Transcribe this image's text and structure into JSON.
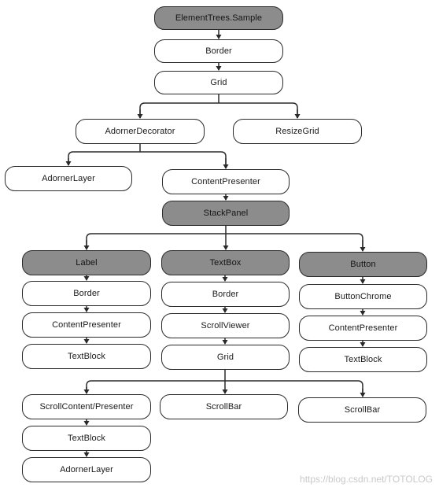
{
  "colors": {
    "node_fill": "#ffffff",
    "node_fill_shaded": "#8c8c8c",
    "stroke": "#2a2a2a",
    "watermark": "#c9c9c9"
  },
  "nodes": {
    "element_trees_sample": "ElementTrees.Sample",
    "border_root": "Border",
    "grid_root": "Grid",
    "adorner_decorator": "AdornerDecorator",
    "resize_grid": "ResizeGrid",
    "adorner_layer_top": "AdornerLayer",
    "content_presenter_top": "ContentPresenter",
    "stack_panel": "StackPanel",
    "label": "Label",
    "textbox": "TextBox",
    "button": "Button",
    "label_border": "Border",
    "label_content_presenter": "ContentPresenter",
    "label_textblock": "TextBlock",
    "textbox_border": "Border",
    "textbox_scrollviewer": "ScrollViewer",
    "textbox_grid": "Grid",
    "button_chrome": "ButtonChrome",
    "button_content_presenter": "ContentPresenter",
    "button_textblock": "TextBlock",
    "scroll_content_presenter": "ScrollContent/Presenter",
    "scrollbar_1": "ScrollBar",
    "scrollbar_2": "ScrollBar",
    "scp_textblock": "TextBlock",
    "adorner_layer_bottom": "AdornerLayer"
  },
  "watermark": "https://blog.csdn.net/TOTOLOG"
}
